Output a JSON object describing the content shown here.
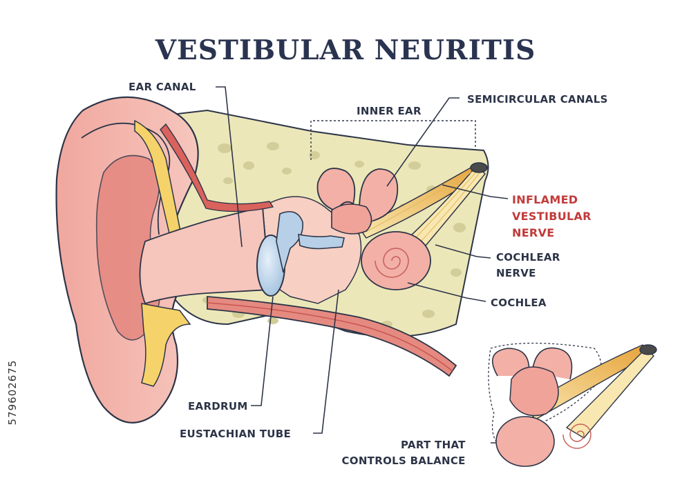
{
  "title": "VESTIBULAR NEURITIS",
  "labels": {
    "ear_canal": "EAR CANAL",
    "inner_ear": "INNER EAR",
    "semicircular_canals": "SEMICIRCULAR CANALS",
    "inflamed_nerve": [
      "INFLAMED",
      "VESTIBULAR",
      "NERVE"
    ],
    "cochlear_nerve": [
      "COCHLEAR",
      "NERVE"
    ],
    "cochlea": "COCHLEA",
    "eardrum": "EARDRUM",
    "eustachian_tube": "EUSTACHIAN TUBE",
    "balance_part": [
      "PART THAT",
      "CONTROLS BALANCE"
    ]
  },
  "stock_id": "579602675",
  "colors": {
    "outline": "#2c3447",
    "skin": "#f1a79c",
    "skin_dark": "#e07f78",
    "bone": "#ece7b9",
    "bone_spot": "#cfc995",
    "cartilage": "#f5d36a",
    "eardrum": "#b9d3ea",
    "nerve": "#f7e3a0",
    "inflamed": "#c23a3a"
  }
}
